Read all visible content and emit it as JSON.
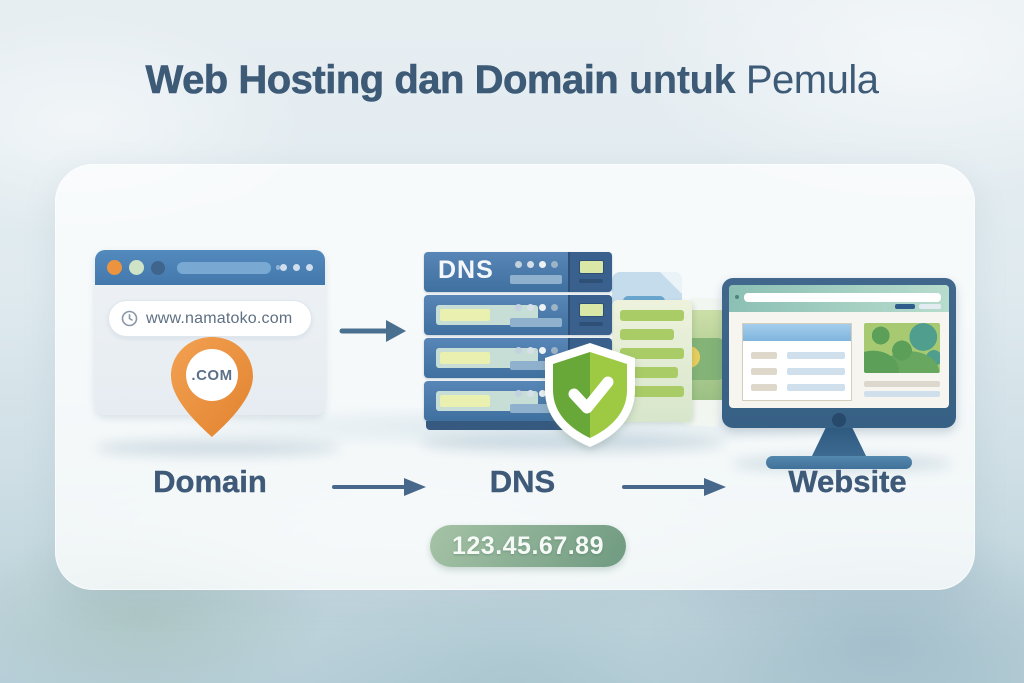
{
  "title": {
    "part_bold": "Web Hosting dan Domain",
    "part_mid": " untuk ",
    "part_light": "Pemula"
  },
  "diagram": {
    "browser": {
      "url": "www.namatoko.com",
      "pin_label": ".COM"
    },
    "server": {
      "label": "DNS"
    },
    "flow_labels": [
      "Domain",
      "DNS",
      "Website"
    ],
    "ip_badge": "123.45.67.89"
  },
  "colors": {
    "title_text": "#3d5a77",
    "accent_orange": "#ec9340",
    "browser_bar_blue": "#4a82b6",
    "server_blue": "#4678aa",
    "shield_green_dark": "#67a838",
    "shield_green_light": "#9dc83f",
    "badge_green": "#7fa78c",
    "monitor_bezel_blue": "#3a6287",
    "background_blue": "#cfdfe5"
  }
}
